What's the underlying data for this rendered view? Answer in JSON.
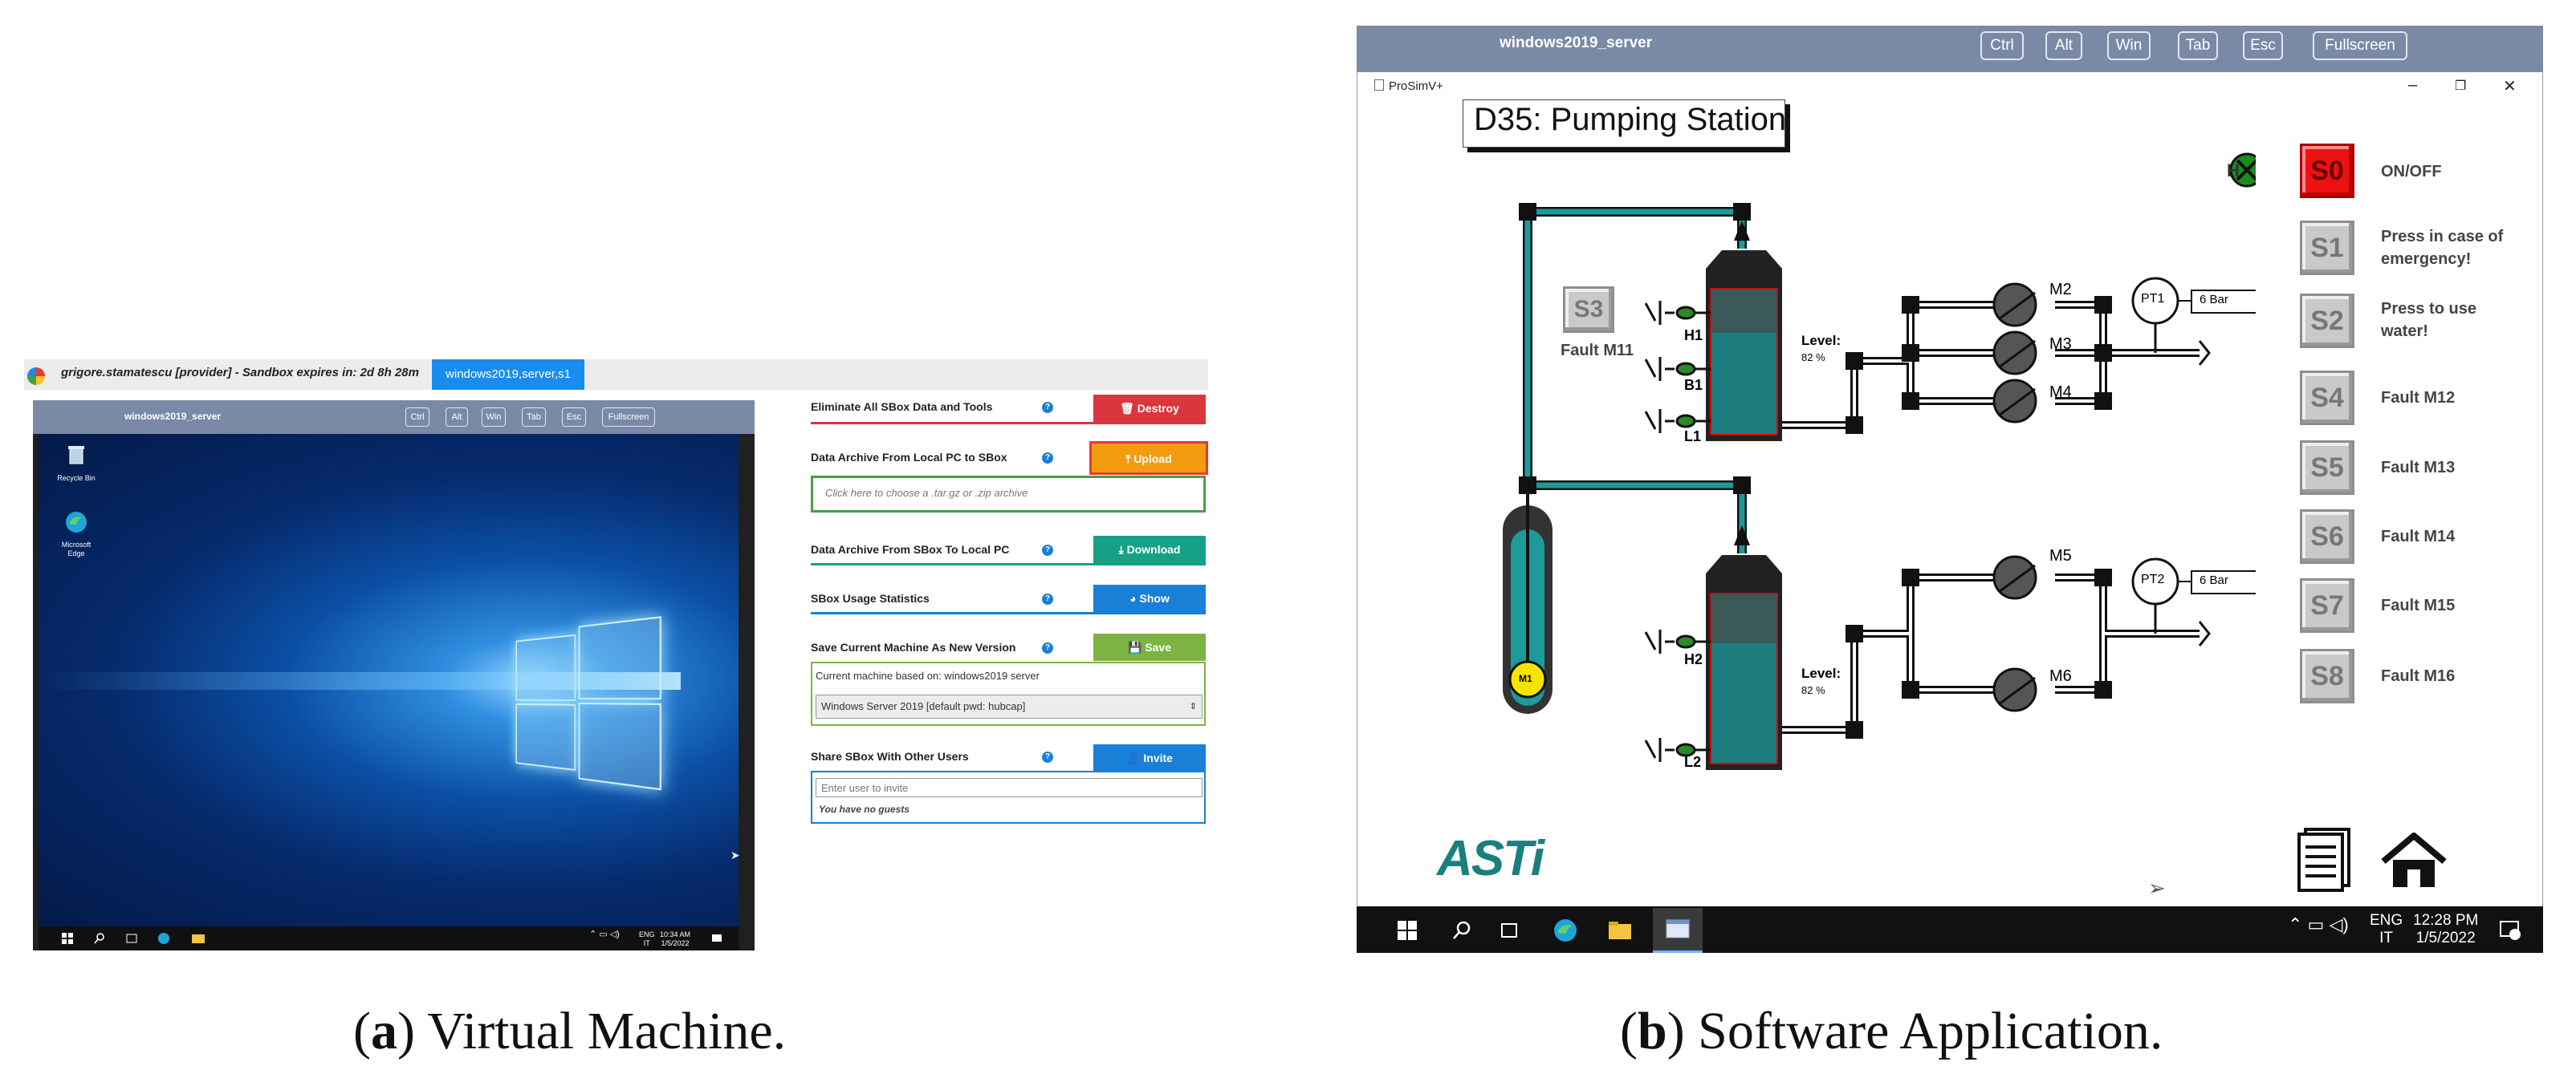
{
  "left": {
    "topbar_text": "grigore.stamatescu [provider] - Sandbox expires in: 2d 8h 28m",
    "tab_label": "windows2019,server,s1",
    "vm": {
      "title": "windows2019_server",
      "buttons": [
        "Ctrl",
        "Alt",
        "Win",
        "Tab",
        "Esc",
        "Fullscreen"
      ],
      "desktop_icons": [
        "Recycle Bin",
        "Microsoft Edge"
      ],
      "tray_lang": "ENG",
      "tray_locale": "IT",
      "tray_time": "10:34 AM",
      "tray_date": "1/5/2022"
    },
    "panel": {
      "eliminate_label": "Eliminate All SBox Data and Tools",
      "destroy_button": "Destroy",
      "upload_label": "Data Archive From Local PC to SBox",
      "upload_button": "Upload",
      "file_placeholder": "Click here to choose a .tar.gz or .zip archive",
      "download_label": "Data Archive From SBox To Local PC",
      "download_button": "Download",
      "usage_label": "SBox Usage Statistics",
      "show_button": "Show",
      "save_label": "Save Current Machine As New Version",
      "save_button": "Save",
      "based_on": "Current machine based on: windows2019 server",
      "version_select": "Windows Server 2019 [default pwd: hubcap]",
      "share_label": "Share SBox With Other Users",
      "invite_button": "Invite",
      "invite_placeholder": "Enter user to invite",
      "no_guests": "You have no guests"
    },
    "colors": {
      "destroy": "#d9363e",
      "upload": "#f39c12",
      "download": "#16a085",
      "show": "#1a7fd6",
      "save": "#7cb342",
      "invite": "#1a7fd6"
    }
  },
  "right": {
    "title": "windows2019_server",
    "buttons": [
      "Ctrl",
      "Alt",
      "Win",
      "Tab",
      "Esc",
      "Fullscreen"
    ],
    "app_name": "ProSimV+",
    "stage_title": "D35: Pumping Station",
    "h_indicator": "H",
    "s3": "S3",
    "fault_m11": "Fault M11",
    "sensors_upper": [
      "H1",
      "B1",
      "L1"
    ],
    "sensors_lower": [
      "H2",
      "L2"
    ],
    "level_label": "Level:",
    "level_value_1": "82 %",
    "level_value_2": "82 %",
    "pumps": [
      "M2",
      "M3",
      "M4",
      "M5",
      "M6"
    ],
    "pt1": "PT1",
    "pt1_value": "6 Bar",
    "pt2": "PT2",
    "pt2_value": "6 Bar",
    "m1": "M1",
    "logo": "ASTi",
    "side_buttons": [
      {
        "id": "S0",
        "label": "ON/OFF"
      },
      {
        "id": "S1",
        "label": "Press in case of emergency!"
      },
      {
        "id": "S2",
        "label": "Press to use water!"
      },
      {
        "id": "S4",
        "label": "Fault M12"
      },
      {
        "id": "S5",
        "label": "Fault M13"
      },
      {
        "id": "S6",
        "label": "Fault M14"
      },
      {
        "id": "S7",
        "label": "Fault M15"
      },
      {
        "id": "S8",
        "label": "Fault M16"
      }
    ],
    "tray_lang": "ENG",
    "tray_locale": "IT",
    "tray_time": "12:28 PM",
    "tray_date": "1/5/2022"
  },
  "captions": {
    "a_letter": "a",
    "a_text": ") Virtual Machine.",
    "b_letter": "b",
    "b_text": ") Software Application."
  }
}
